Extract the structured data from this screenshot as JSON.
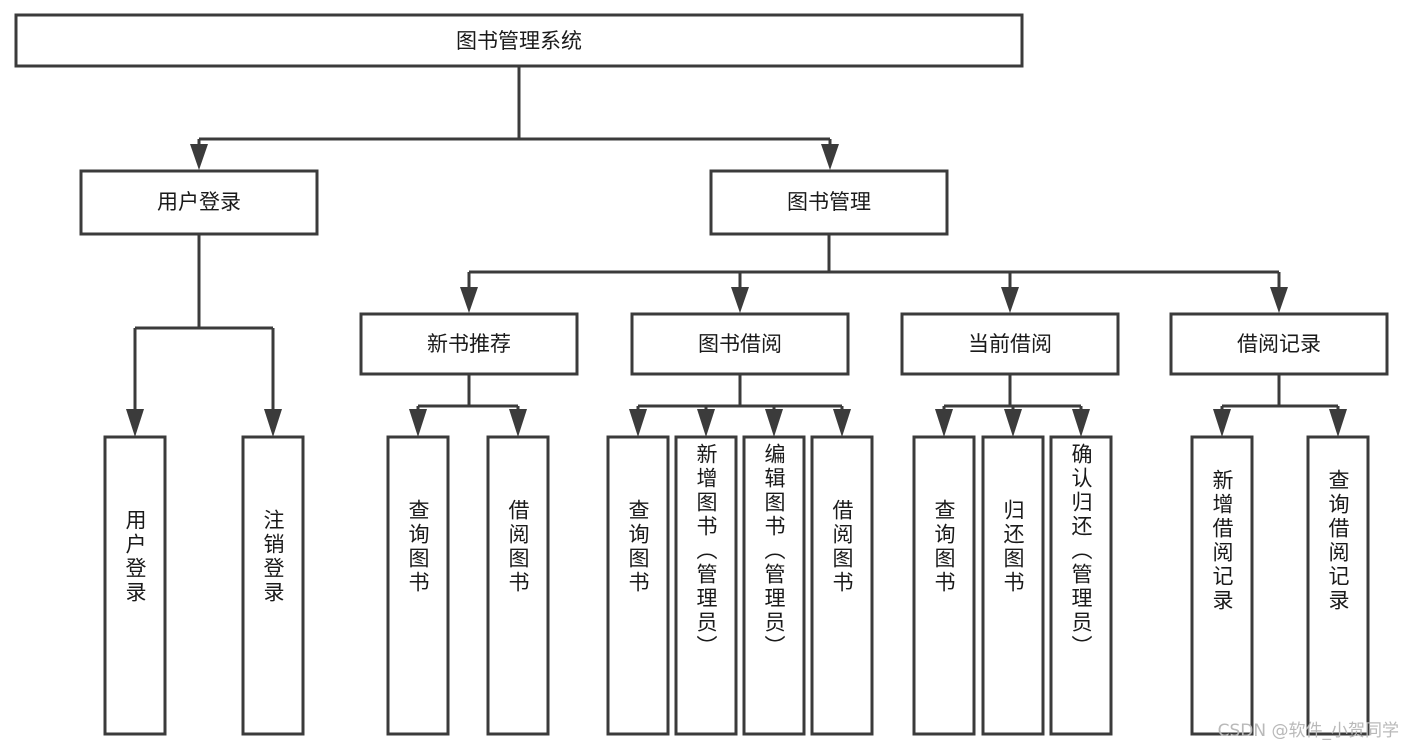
{
  "diagram": {
    "type": "hierarchy-tree",
    "title_node": {
      "label": "图书管理系统"
    },
    "level2": [
      {
        "id": "user-login",
        "label": "用户登录"
      },
      {
        "id": "book-management",
        "label": "图书管理"
      }
    ],
    "level3": [
      {
        "id": "new-book-recommend",
        "label": "新书推荐",
        "parent": "book-management"
      },
      {
        "id": "book-borrow",
        "label": "图书借阅",
        "parent": "book-management"
      },
      {
        "id": "current-borrow",
        "label": "当前借阅",
        "parent": "book-management"
      },
      {
        "id": "borrow-record",
        "label": "借阅记录",
        "parent": "book-management"
      }
    ],
    "leaves": [
      {
        "id": "leaf-user-login",
        "label": "用户登录",
        "parent": "user-login"
      },
      {
        "id": "leaf-logout-login",
        "label": "注销登录",
        "parent": "user-login"
      },
      {
        "id": "leaf-query-book-1",
        "label": "查询图书",
        "parent": "new-book-recommend"
      },
      {
        "id": "leaf-borrow-book-1",
        "label": "借阅图书",
        "parent": "new-book-recommend"
      },
      {
        "id": "leaf-query-book-2",
        "label": "查询图书",
        "parent": "book-borrow"
      },
      {
        "id": "leaf-add-book",
        "label": "新增图书（管理员）",
        "parent": "book-borrow"
      },
      {
        "id": "leaf-edit-book",
        "label": "编辑图书（管理员）",
        "parent": "book-borrow"
      },
      {
        "id": "leaf-borrow-book-2",
        "label": "借阅图书",
        "parent": "book-borrow"
      },
      {
        "id": "leaf-query-book-3",
        "label": "查询图书",
        "parent": "current-borrow"
      },
      {
        "id": "leaf-return-book",
        "label": "归还图书",
        "parent": "current-borrow"
      },
      {
        "id": "leaf-confirm-return",
        "label": "确认归还（管理员）",
        "parent": "current-borrow"
      },
      {
        "id": "leaf-add-record",
        "label": "新增借阅记录",
        "parent": "borrow-record"
      },
      {
        "id": "leaf-query-record",
        "label": "查询借阅记录",
        "parent": "borrow-record"
      }
    ],
    "colors": {
      "stroke": "#3b3b3b",
      "fill": "#ffffff",
      "text": "#1a1a1a",
      "watermark": "#b9b9b9"
    }
  },
  "watermark": {
    "text": "CSDN @软件_小贺同学"
  }
}
